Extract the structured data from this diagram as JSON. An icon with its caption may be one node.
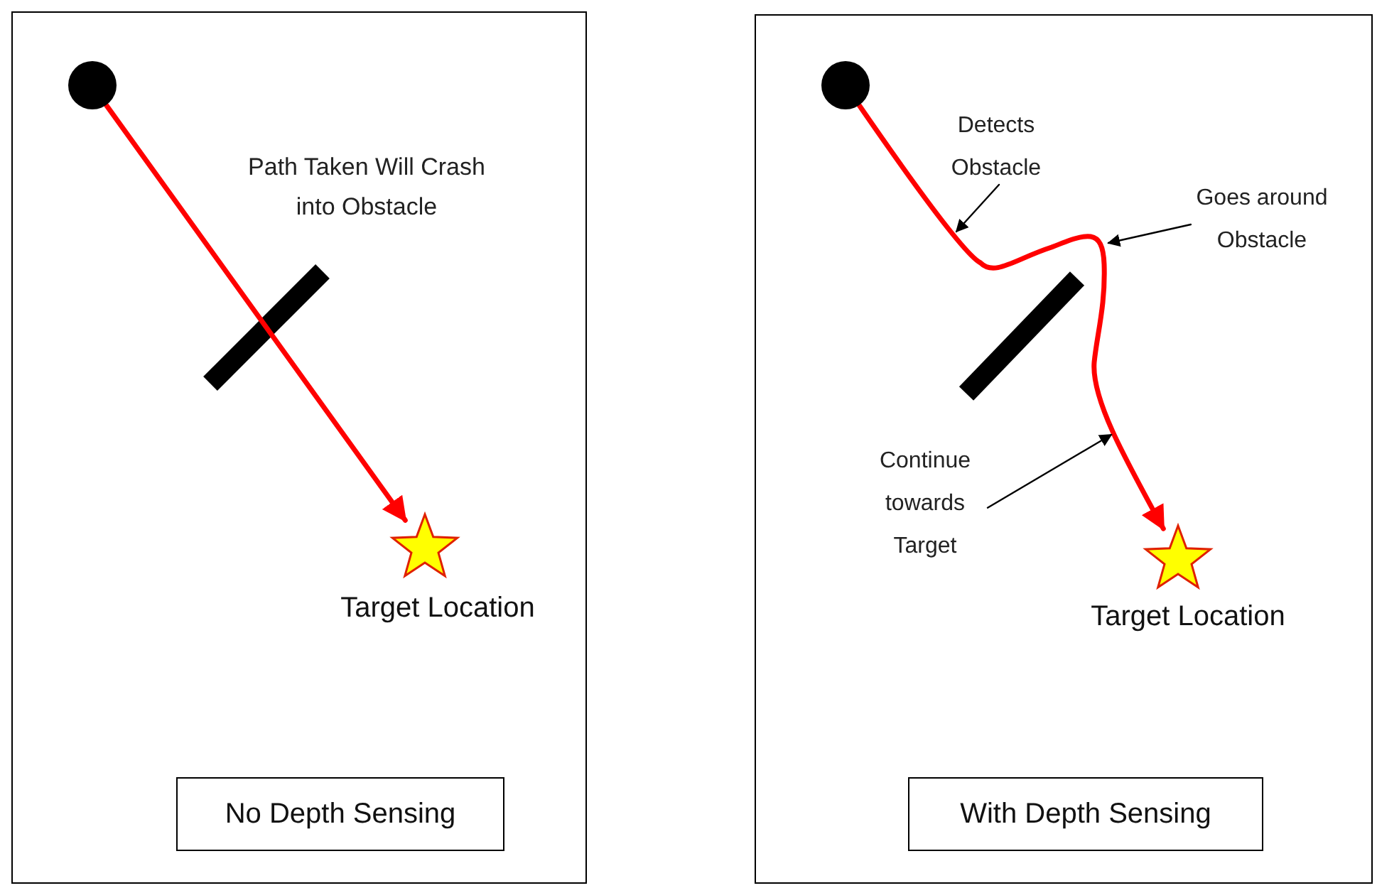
{
  "diagram": {
    "nodes": [
      {
        "text": [],
        "shape": "box"
      },
      {
        "text": [],
        "shape": "circle",
        "in": 0
      },
      {
        "text": [],
        "shape": "star",
        "in": 0,
        "beside": [
          "Target Location"
        ]
      },
      {
        "text": [
          "No Depth Sensing"
        ],
        "in": 0
      },
      {
        "text": [],
        "shape": "box"
      },
      {
        "text": [],
        "shape": "circle",
        "in": 4
      },
      {
        "text": [],
        "shape": "star",
        "in": 4,
        "beside": [
          "Target Location"
        ]
      },
      {
        "text": [
          "With Depth Sensing"
        ],
        "in": 4
      },
      {
        "text": [
          "Detects Obstacle"
        ],
        "in": 4
      },
      {
        "text": [
          "Goes around Obstacle"
        ],
        "in": 4
      },
      {
        "text": [
          "Continue towards Target"
        ],
        "in": 4
      }
    ],
    "edges": [
      {
        "from": 1,
        "to": 2,
        "arrow": "to",
        "style": "thick",
        "color": "#ff0000"
      },
      {
        "from": 5,
        "to": 6,
        "arrow": "to",
        "style": "thick",
        "color": "#ff0000"
      },
      {
        "from": 8,
        "to": null,
        "arrow": "to"
      },
      {
        "from": 9,
        "to": null,
        "arrow": "to"
      },
      {
        "from": 10,
        "to": null,
        "arrow": "to"
      }
    ],
    "labels": [
      "Path Taken Will Crash into Obstacle"
    ]
  }
}
